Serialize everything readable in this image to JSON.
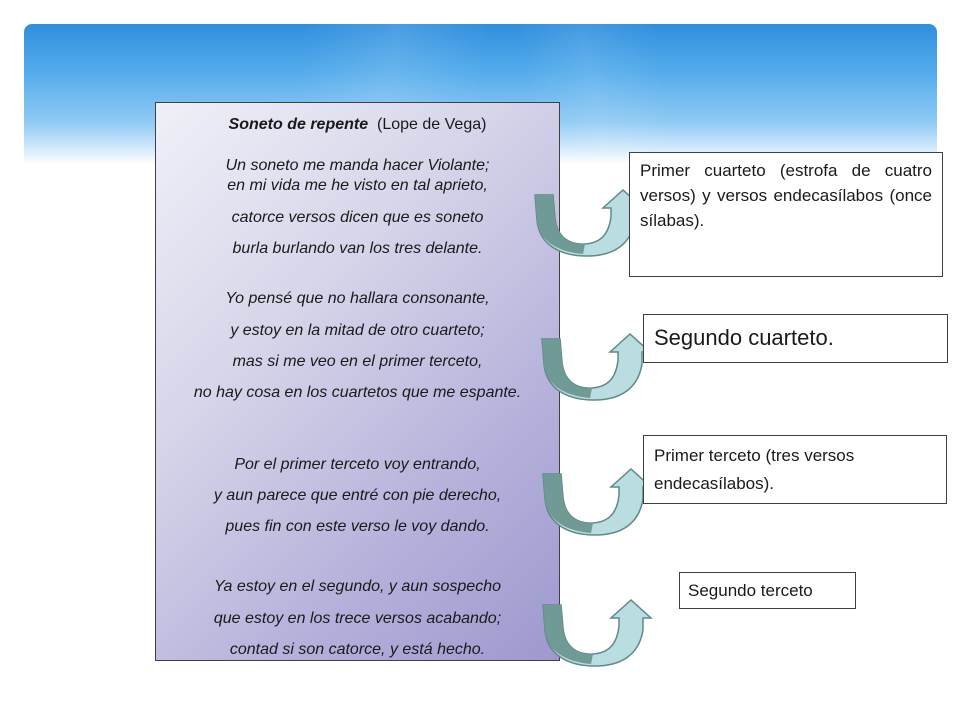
{
  "poem": {
    "title": "Soneto de repente",
    "author": "(Lope de Vega)",
    "lines": [
      "Un soneto me manda hacer Violante;",
      "en mi vida me he visto en tal aprieto,",
      "catorce versos dicen que es soneto",
      "burla burlando van los tres delante.",
      "Yo pensé que no hallara consonante,",
      "y estoy en la mitad de otro cuarteto;",
      "mas si me veo en el primer terceto,",
      "no hay cosa en los cuartetos que me espante.",
      "Por el primer terceto voy entrando,",
      "y aun parece que entré con pie derecho,",
      "pues fin con este verso le voy dando.",
      "Ya estoy en el segundo, y aun sospecho",
      "que estoy en los trece versos acabando;",
      "contad si son catorce, y está hecho."
    ]
  },
  "notes": [
    "Primer cuarteto (estrofa de cuatro versos) y versos endecasílabos (once sílabas).",
    "Segundo cuarteto.",
    "Primer terceto (tres versos endecasílabos).",
    "Segundo terceto"
  ],
  "colors": {
    "arrow_dark": "#6f9a96",
    "arrow_light": "#b9dde0",
    "banner_top": "#2f8fde",
    "poem_bg_end": "#9e98cf"
  },
  "icons": [
    "curved-arrow-icon"
  ]
}
